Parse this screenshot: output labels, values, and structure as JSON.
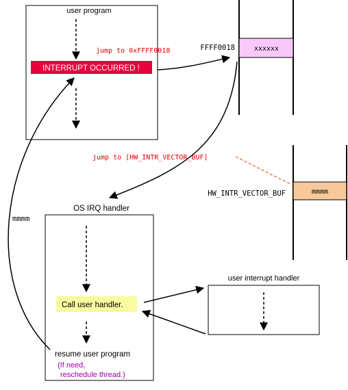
{
  "colors": {
    "interrupt_fill": "#e8003c",
    "interrupt_text": "#ffffff",
    "vector_fill": "#f8c8f8",
    "buffer_fill": "#f8c898",
    "call_fill": "#fafaa0",
    "red_text": "#e00000",
    "purple_text": "#a000a0",
    "dotted_connector": "#e87848",
    "line": "#000000"
  },
  "user_program": {
    "title": "user program",
    "interrupt_label": "INTERRUPT OCCURRED !"
  },
  "jump_labels": {
    "to_vector": "jump to 0xFFFF0018",
    "to_buffer": "jump to [HW_INTR_VECTOR_BUF]"
  },
  "vector_table": {
    "address": "FFFF0018",
    "value": "xxxxxx"
  },
  "buffer_table": {
    "address": "HW_INTR_VECTOR_BUF",
    "value": "mmmm"
  },
  "os_irq_handler": {
    "address": "mmmm",
    "title": "OS IRQ handler",
    "call_label": "Call user handler.",
    "resume_label": "resume user program",
    "note_line1": "(If need,",
    "note_line2": "reschedule thread.)"
  },
  "user_interrupt_handler": {
    "title": "user interrupt handler"
  }
}
